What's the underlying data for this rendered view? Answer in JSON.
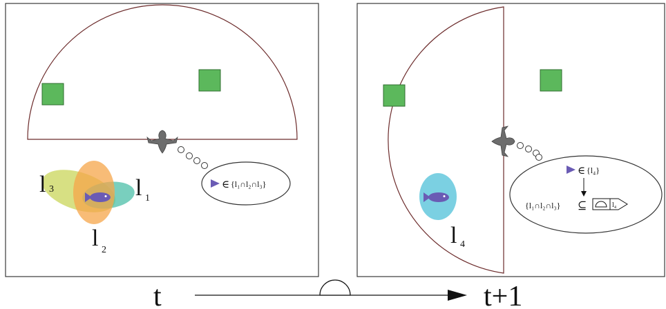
{
  "panels": {
    "left": {
      "set_labels": {
        "l1": {
          "main": "l",
          "sub": "1"
        },
        "l2": {
          "main": "l",
          "sub": "2"
        },
        "l3": {
          "main": "l",
          "sub": "3"
        }
      },
      "bubble": {
        "symbol": "∈",
        "set": "{l₁∩l₂∩l₃}"
      }
    },
    "right": {
      "set_labels": {
        "l4": {
          "main": "l",
          "sub": "4"
        }
      },
      "bubble": {
        "top_symbol": "∈",
        "top_set": "{l₄}",
        "bottom_set": "{l₁∩l₂∩l₃}",
        "subset_symbol": "⊆",
        "tag_label": "l₄"
      }
    }
  },
  "timeline": {
    "start_label": "t",
    "end_label": "t+1"
  },
  "colors": {
    "frame": "#3a3a3a",
    "semicircle": "#6b2a2a",
    "landmark": "#5cb85c",
    "landmark_border": "#2f6e2f",
    "drone": "#6d6d6d",
    "fish": "#6a5bb4",
    "ellipse_l1": "#4cbfa8",
    "ellipse_l2": "#f5a54a",
    "ellipse_l3": "#c9d65a",
    "ellipse_l4": "#4fc0d8"
  }
}
